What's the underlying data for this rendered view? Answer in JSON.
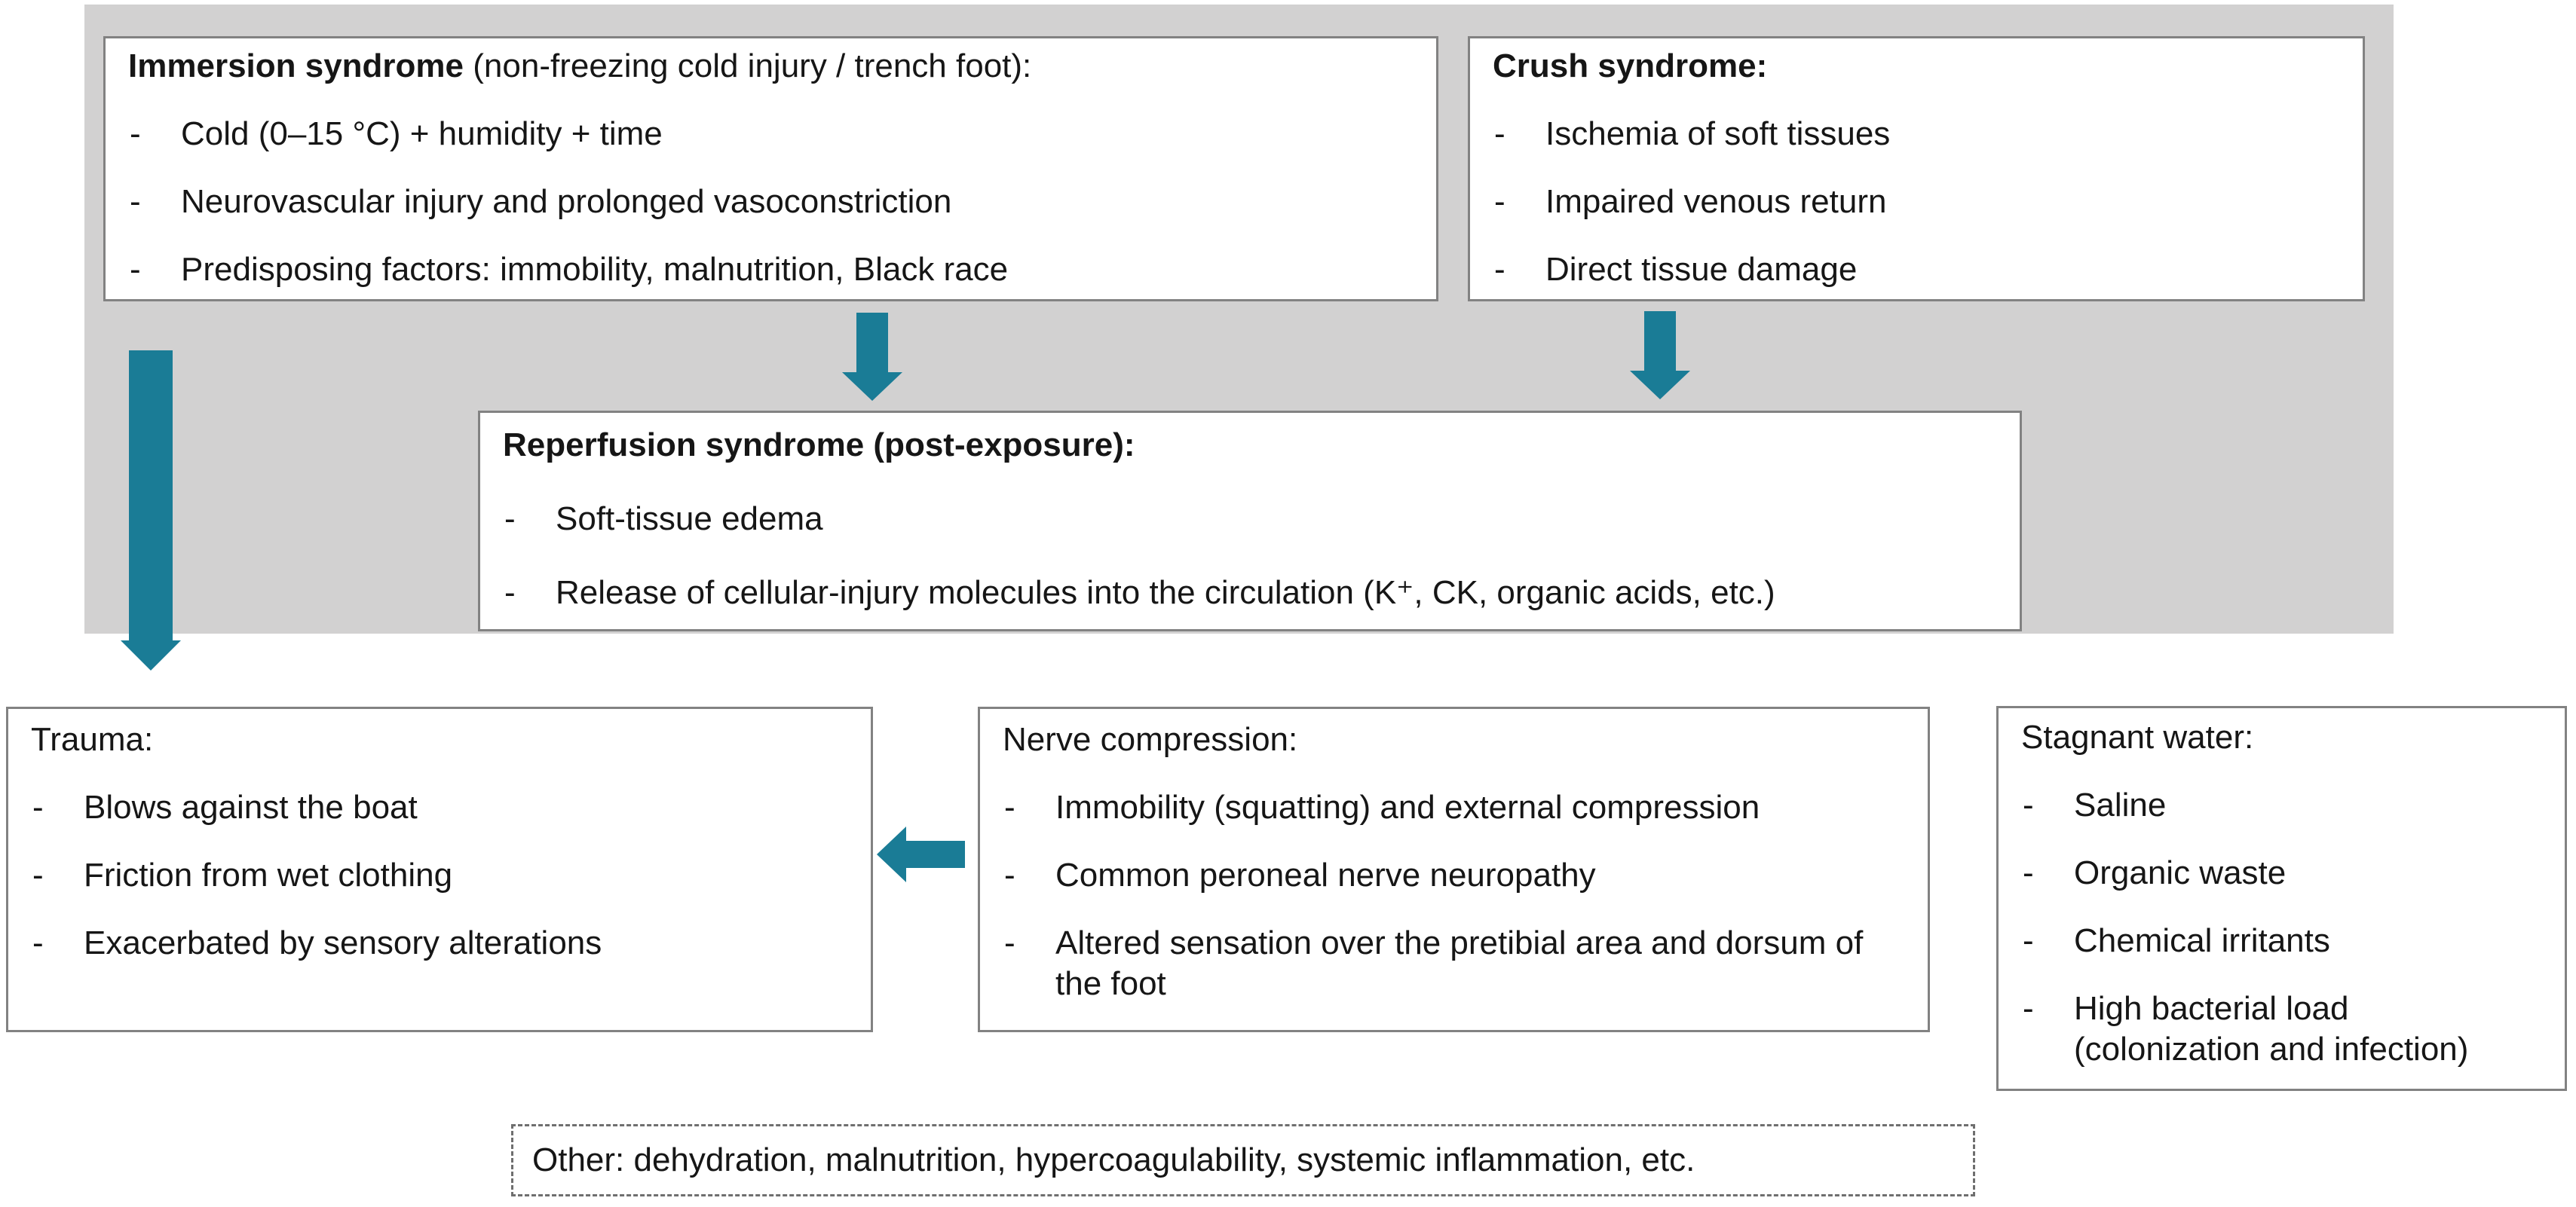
{
  "palette": {
    "arrow_teal": "#1a7c96",
    "panel_gray": "#d2d1d1",
    "box_border_gray": "#828282",
    "text_black": "#161616"
  },
  "boxes": {
    "immersion": {
      "title_bold": "Immersion syndrome",
      "title_regular": " (non-freezing cold injury / trench foot):",
      "bullets": [
        "Cold (0–15 °C) + humidity + time",
        "Neurovascular injury and prolonged vasoconstriction",
        "Predisposing factors: immobility, malnutrition, Black race"
      ]
    },
    "crush": {
      "title_bold": "Crush syndrome:",
      "title_regular": "",
      "bullets": [
        "Ischemia of soft tissues",
        "Impaired venous return",
        "Direct tissue damage"
      ]
    },
    "reperfusion": {
      "title_bold": "Reperfusion syndrome (post-exposure):",
      "title_regular": "",
      "bullets": [
        "Soft-tissue edema",
        "Release of cellular-injury molecules into the circulation (K⁺, CK, organic acids, etc.)"
      ]
    },
    "trauma": {
      "title_bold": "",
      "title_regular": "Trauma:",
      "bullets": [
        "Blows against the boat",
        "Friction from wet clothing",
        "Exacerbated by sensory alterations"
      ]
    },
    "nerve_compression": {
      "title_bold": "",
      "title_regular": "Nerve compression:",
      "bullets": [
        "Immobility (squatting) and external compression",
        "Common peroneal nerve neuropathy",
        "Altered sensation over the pretibial area and dorsum of the foot"
      ]
    },
    "stagnant_water": {
      "title_bold": "",
      "title_regular": "Stagnant water:",
      "bullets": [
        "Saline",
        "Organic waste",
        "Chemical irritants",
        "High bacterial load (colonization and infection)"
      ]
    },
    "other": {
      "text": "Other: dehydration, malnutrition, hypercoagulability, systemic inflammation, etc."
    }
  }
}
